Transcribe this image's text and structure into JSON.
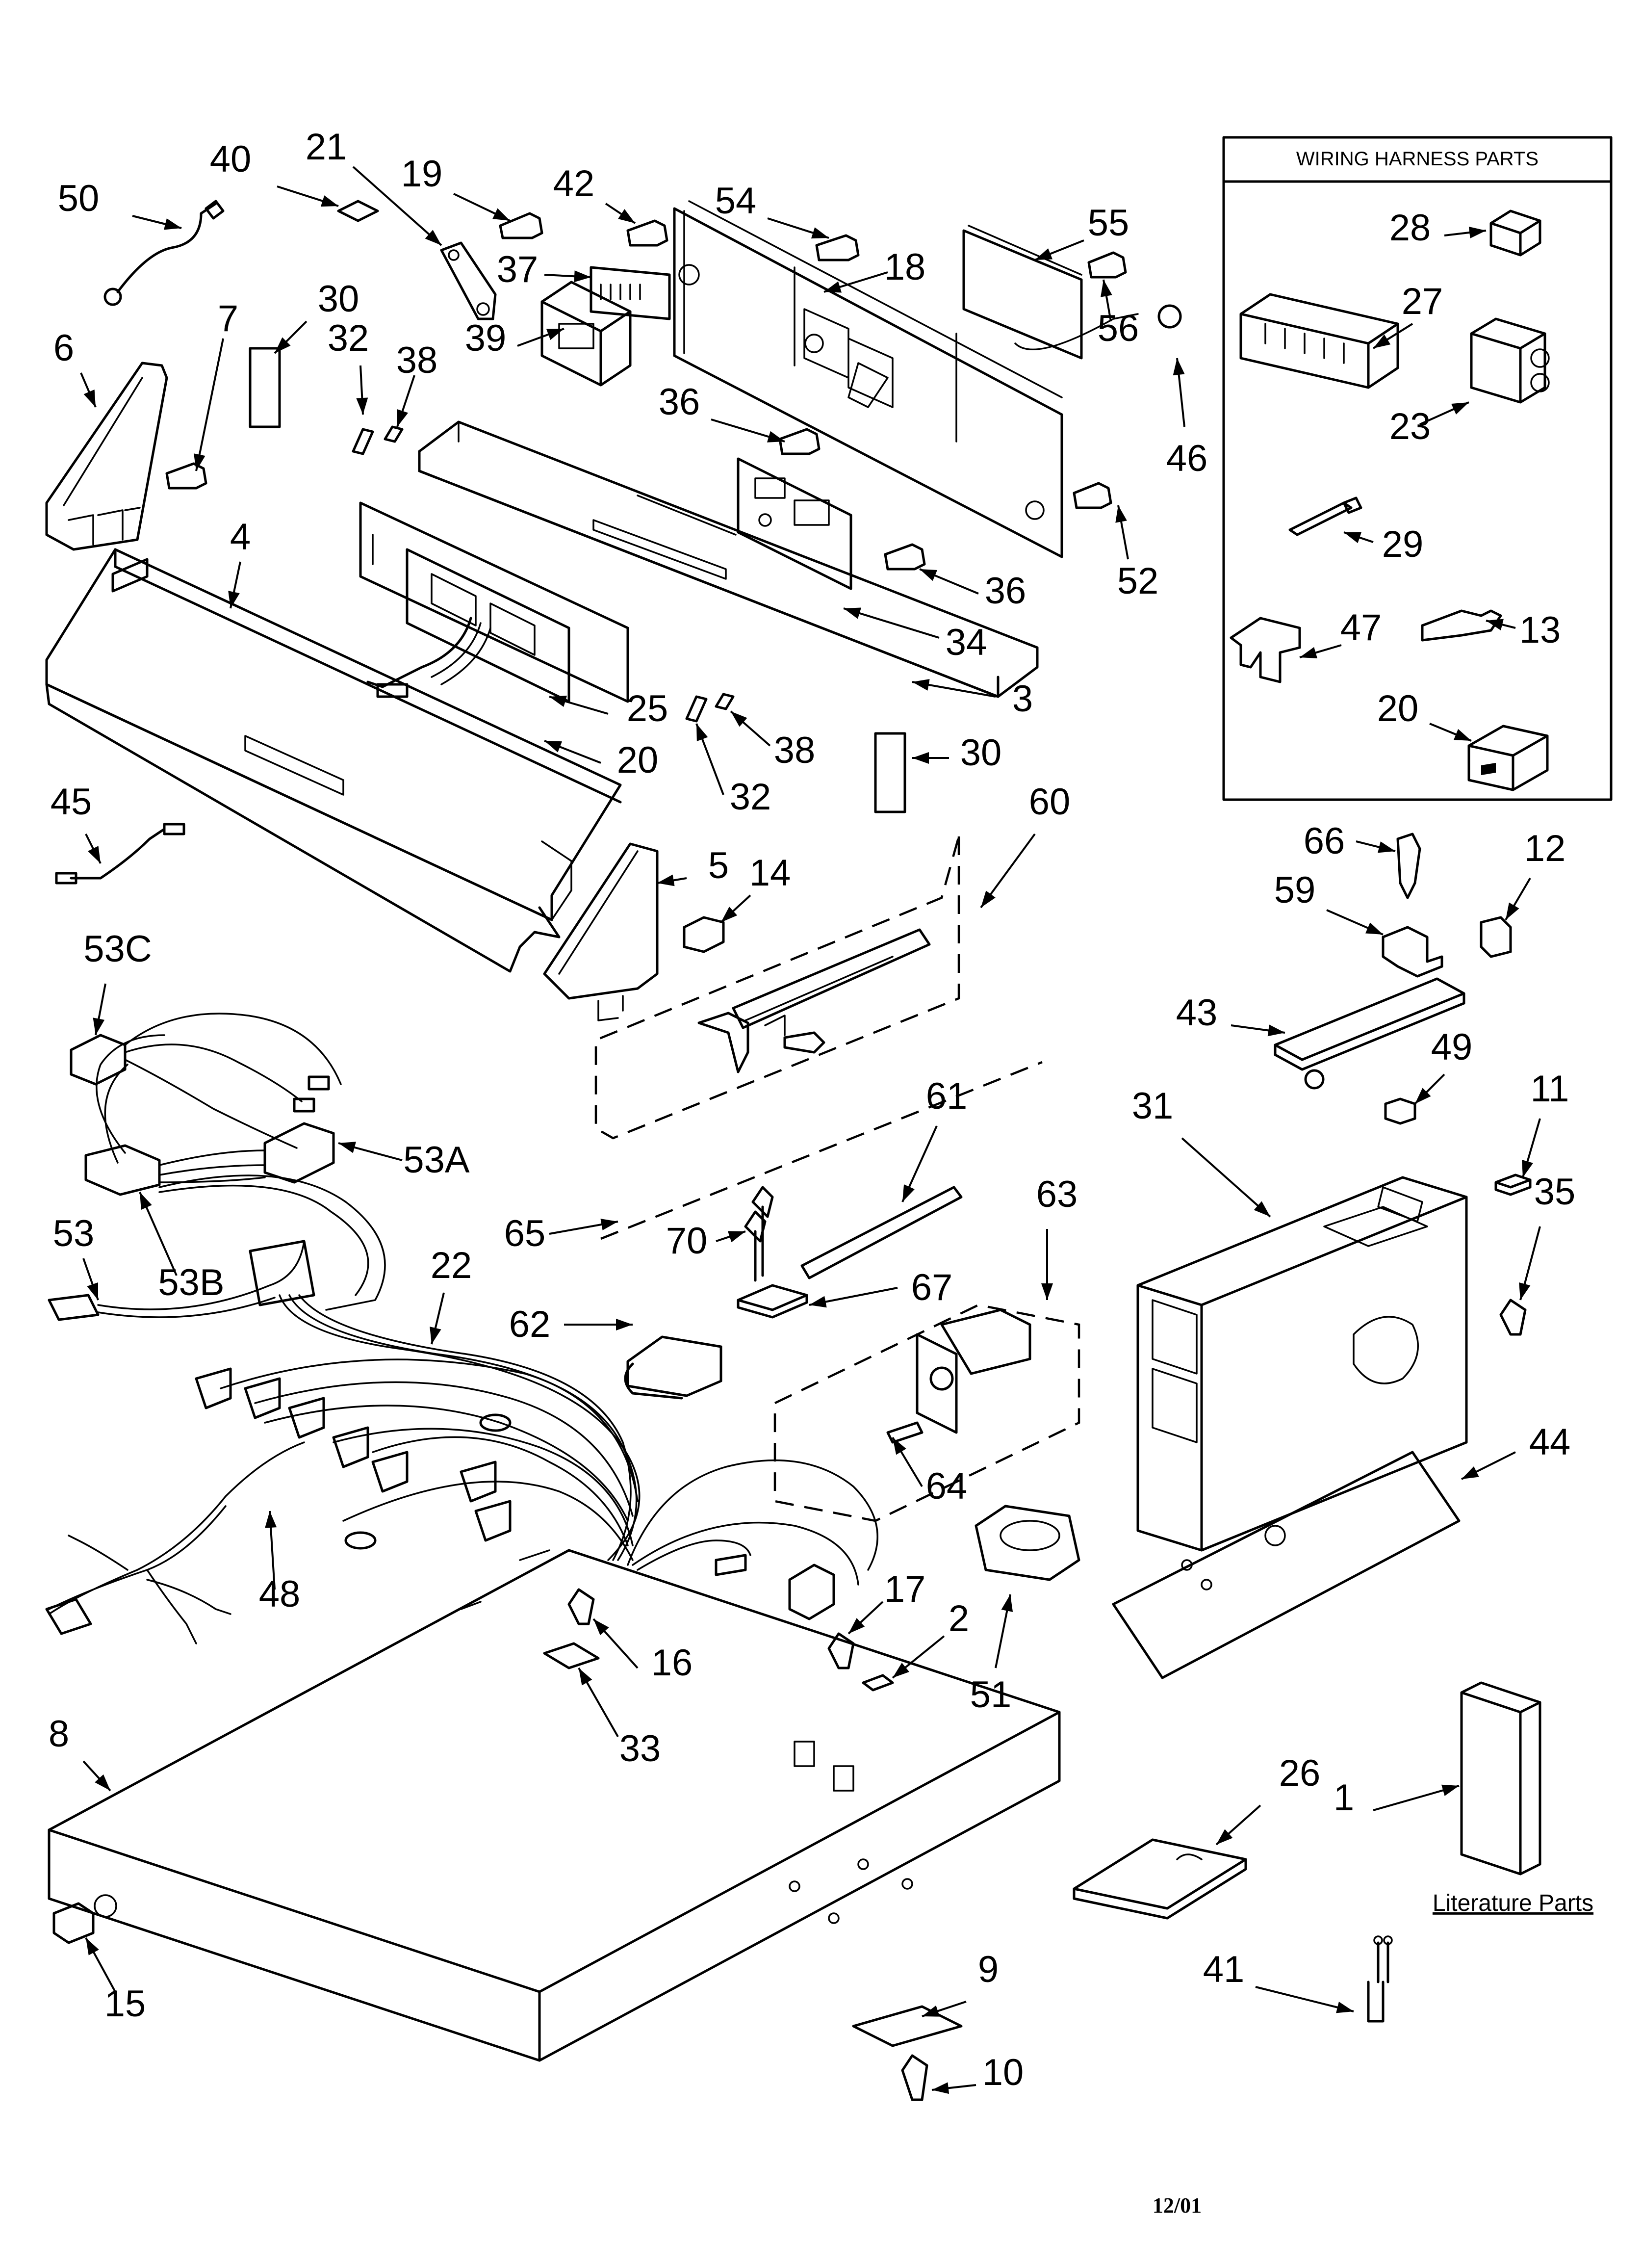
{
  "wiring_box": {
    "title": "WIRING HARNESS PARTS"
  },
  "literature": {
    "label": "Literature Parts"
  },
  "date_code": "12/01",
  "callouts": [
    {
      "id": "c50",
      "text": "50"
    },
    {
      "id": "c40",
      "text": "40"
    },
    {
      "id": "c21",
      "text": "21"
    },
    {
      "id": "c19",
      "text": "19"
    },
    {
      "id": "c42",
      "text": "42"
    },
    {
      "id": "c54",
      "text": "54"
    },
    {
      "id": "c55",
      "text": "55"
    },
    {
      "id": "c37",
      "text": "37"
    },
    {
      "id": "c18",
      "text": "18"
    },
    {
      "id": "c56",
      "text": "56"
    },
    {
      "id": "c30a",
      "text": "30"
    },
    {
      "id": "c6",
      "text": "6"
    },
    {
      "id": "c7",
      "text": "7"
    },
    {
      "id": "c32a",
      "text": "32"
    },
    {
      "id": "c38a",
      "text": "38"
    },
    {
      "id": "c39",
      "text": "39"
    },
    {
      "id": "c36a",
      "text": "36"
    },
    {
      "id": "c46",
      "text": "46"
    },
    {
      "id": "c4",
      "text": "4"
    },
    {
      "id": "c52",
      "text": "52"
    },
    {
      "id": "c36b",
      "text": "36"
    },
    {
      "id": "c34",
      "text": "34"
    },
    {
      "id": "c25",
      "text": "25"
    },
    {
      "id": "c3",
      "text": "3"
    },
    {
      "id": "c20a",
      "text": "20"
    },
    {
      "id": "c38b",
      "text": "38"
    },
    {
      "id": "c32b",
      "text": "32"
    },
    {
      "id": "c30b",
      "text": "30"
    },
    {
      "id": "c60",
      "text": "60"
    },
    {
      "id": "c45",
      "text": "45"
    },
    {
      "id": "c5",
      "text": "5"
    },
    {
      "id": "c14",
      "text": "14"
    },
    {
      "id": "c53C",
      "text": "53C"
    },
    {
      "id": "c28",
      "text": "28"
    },
    {
      "id": "c27",
      "text": "27"
    },
    {
      "id": "c23",
      "text": "23"
    },
    {
      "id": "c29",
      "text": "29"
    },
    {
      "id": "c47",
      "text": "47"
    },
    {
      "id": "c13",
      "text": "13"
    },
    {
      "id": "c20b",
      "text": "20"
    },
    {
      "id": "c66",
      "text": "66"
    },
    {
      "id": "c12",
      "text": "12"
    },
    {
      "id": "c59",
      "text": "59"
    },
    {
      "id": "c43",
      "text": "43"
    },
    {
      "id": "c49",
      "text": "49"
    },
    {
      "id": "c11",
      "text": "11"
    },
    {
      "id": "c31",
      "text": "31"
    },
    {
      "id": "c61",
      "text": "61"
    },
    {
      "id": "c35",
      "text": "35"
    },
    {
      "id": "c53A",
      "text": "53A"
    },
    {
      "id": "c63",
      "text": "63"
    },
    {
      "id": "c65",
      "text": "65"
    },
    {
      "id": "c70",
      "text": "70"
    },
    {
      "id": "c53",
      "text": "53"
    },
    {
      "id": "c53B",
      "text": "53B"
    },
    {
      "id": "c22",
      "text": "22"
    },
    {
      "id": "c67",
      "text": "67"
    },
    {
      "id": "c62",
      "text": "62"
    },
    {
      "id": "c44",
      "text": "44"
    },
    {
      "id": "c64",
      "text": "64"
    },
    {
      "id": "c48",
      "text": "48"
    },
    {
      "id": "c17",
      "text": "17"
    },
    {
      "id": "c2",
      "text": "2"
    },
    {
      "id": "c16",
      "text": "16"
    },
    {
      "id": "c51",
      "text": "51"
    },
    {
      "id": "c33",
      "text": "33"
    },
    {
      "id": "c8",
      "text": "8"
    },
    {
      "id": "c26",
      "text": "26"
    },
    {
      "id": "c1",
      "text": "1"
    },
    {
      "id": "c15",
      "text": "15"
    },
    {
      "id": "c9",
      "text": "9"
    },
    {
      "id": "c41",
      "text": "41"
    },
    {
      "id": "c10",
      "text": "10"
    }
  ]
}
